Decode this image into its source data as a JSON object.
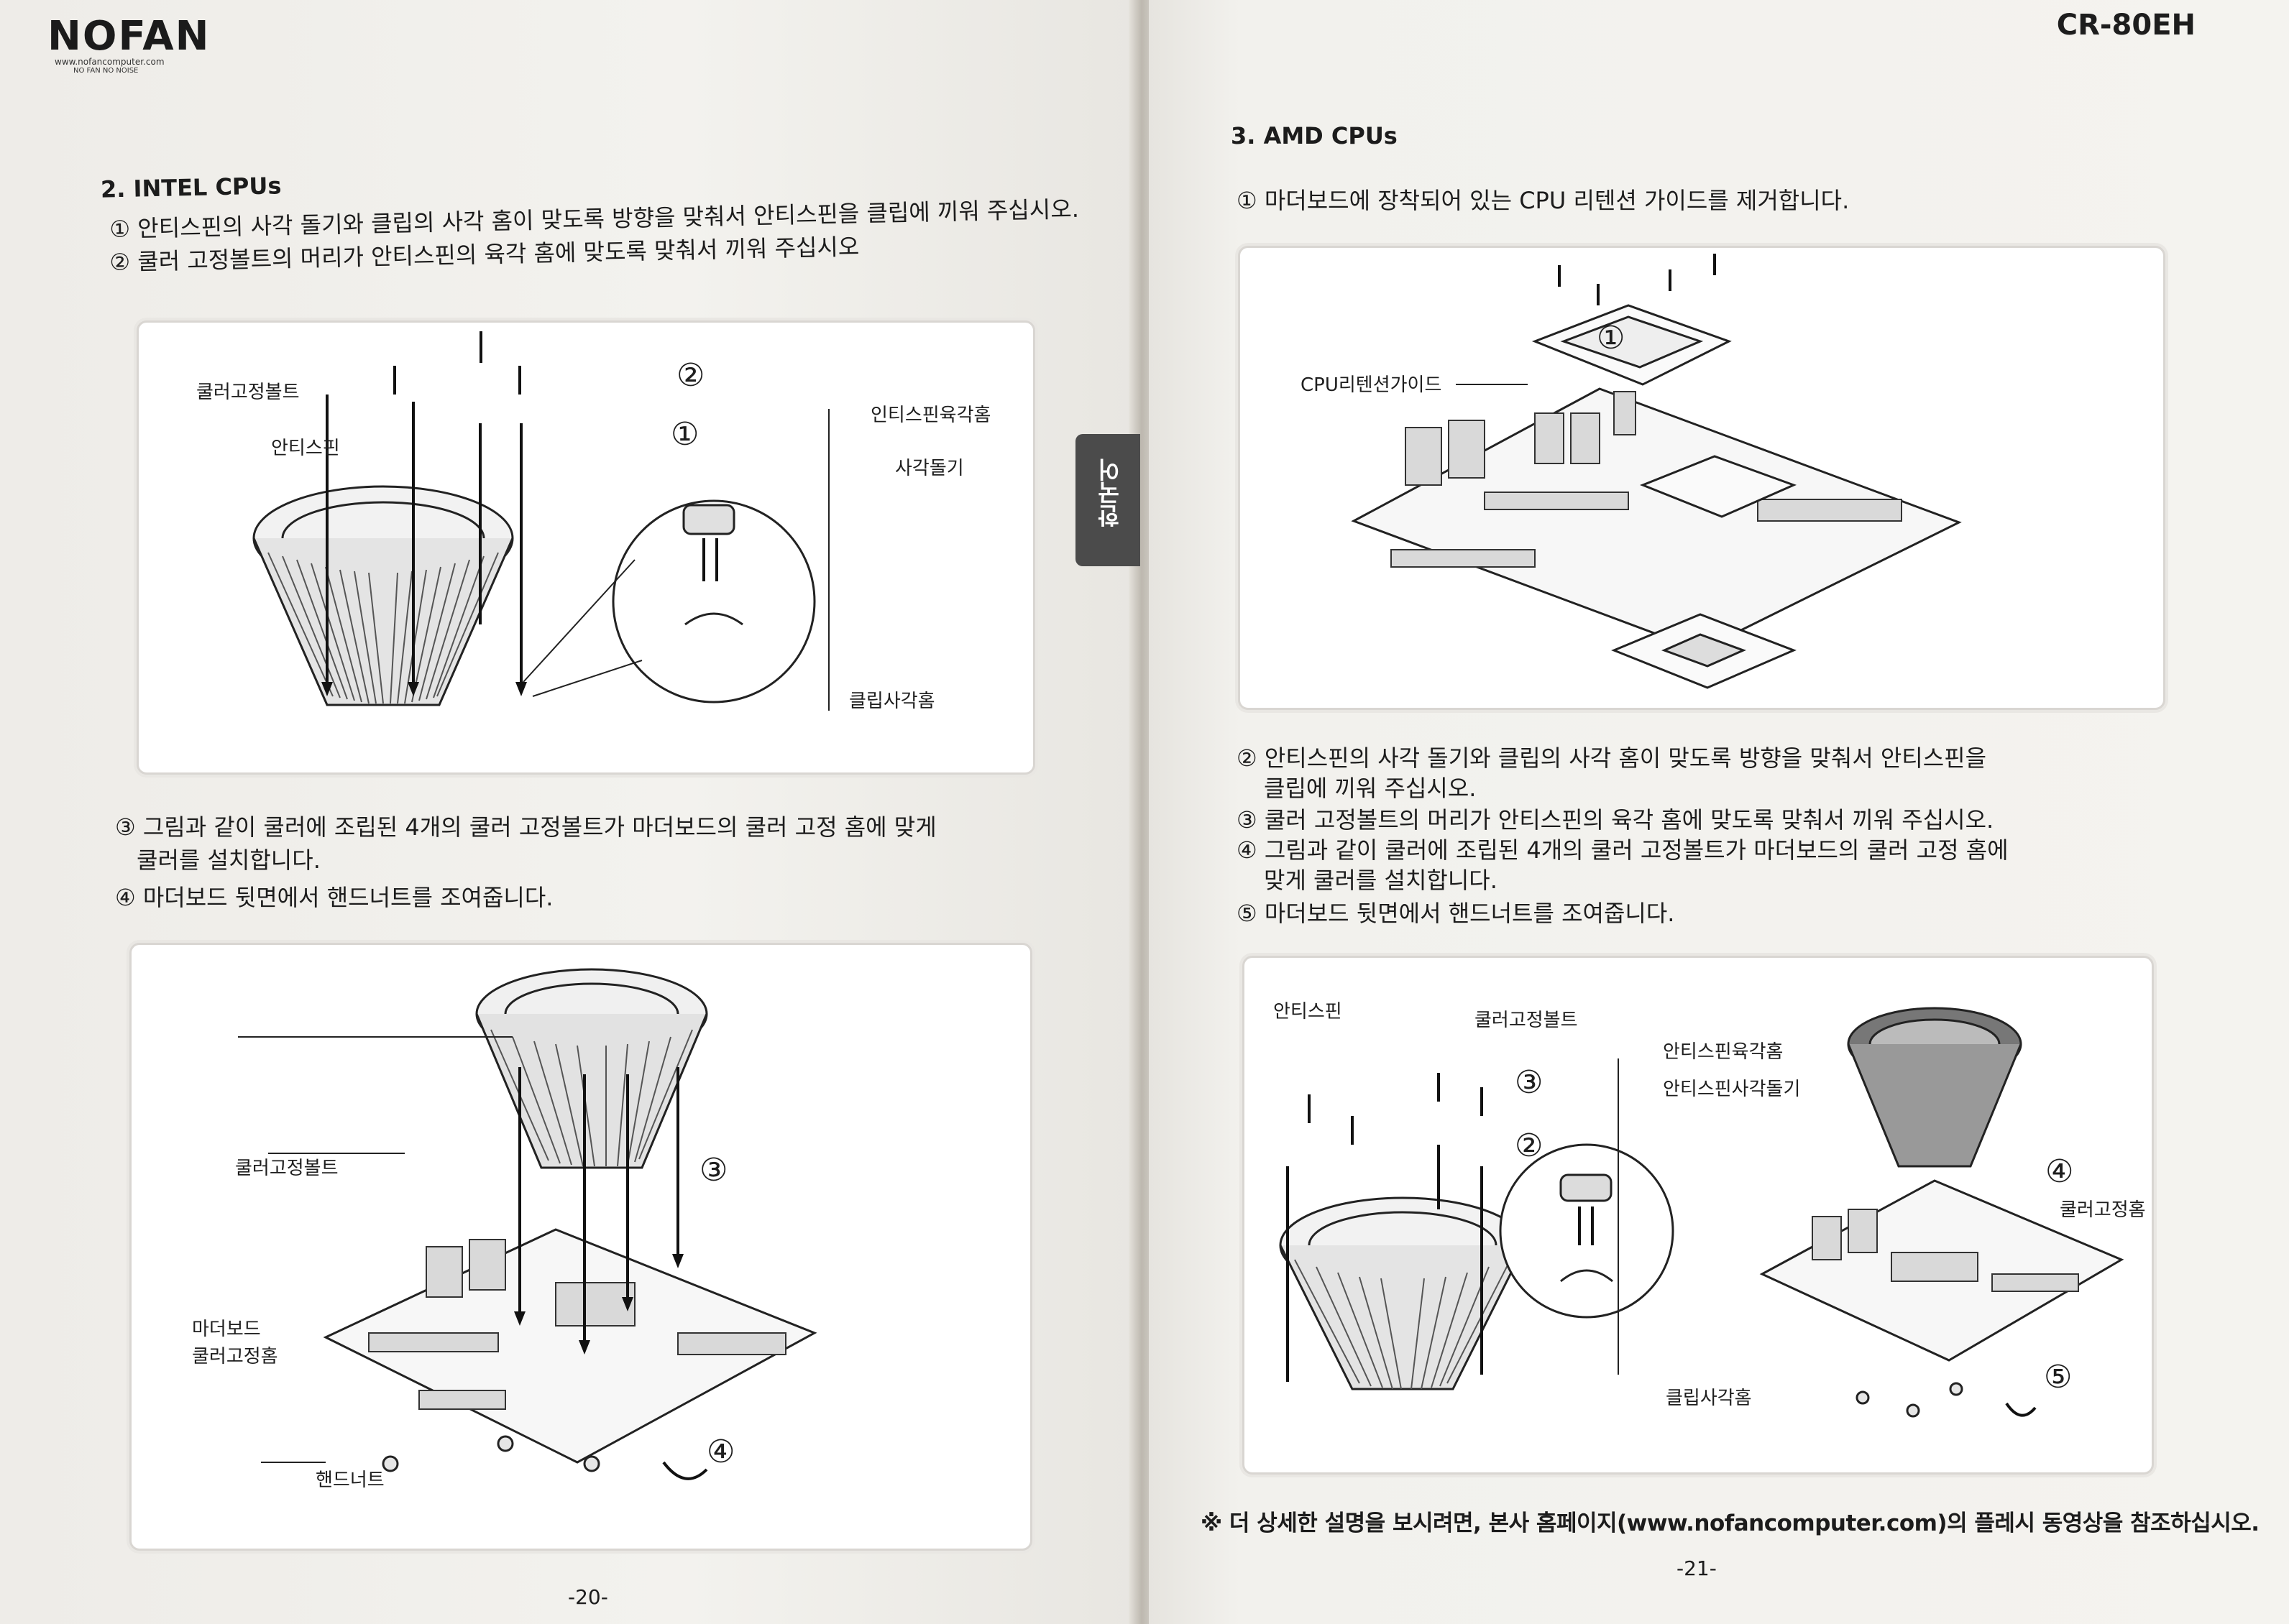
{
  "left_page": {
    "brand": {
      "name": "NOFAN",
      "url": "www.nofancomputer.com",
      "tagline": "NO FAN  NO NOISE"
    },
    "section_title": "2. INTEL CPUs",
    "steps_top": [
      "① 안티스핀의 사각 돌기와 클립의 사각 홈이 맞도록 방향을 맞춰서 안티스핀을 클립에 끼워 주십시오.",
      "② 쿨러 고정볼트의 머리가 안티스핀의 육각 홈에 맞도록 맞춰서 끼워 주십시오"
    ],
    "figure1": {
      "labels": [
        "쿨러고정볼트",
        "안티스핀",
        "인티스핀육각홈",
        "사각돌기",
        "클립사각홈"
      ],
      "markers": [
        "②",
        "①"
      ]
    },
    "steps_bottom": [
      "③ 그림과 같이 쿨러에 조립된 4개의 쿨러 고정볼트가 마더보드의 쿨러 고정 홈에 맞게",
      "쿨러를 설치합니다.",
      "④ 마더보드 뒷면에서 핸드너트를 조여줍니다."
    ],
    "figure2": {
      "labels": [
        "쿨러고정볼트",
        "마더보드",
        "쿨러고정홈",
        "핸드너트"
      ],
      "markers": [
        "③",
        "④"
      ]
    },
    "page_number": "-20-"
  },
  "right_page": {
    "model": "CR-80EH",
    "side_tab": "한국어",
    "section_title": "3. AMD CPUs",
    "step1": "① 마더보드에 장착되어 있는 CPU 리텐션 가이드를 제거합니다.",
    "figure1": {
      "labels": [
        "CPU리텐션가이드"
      ],
      "markers": [
        "①"
      ]
    },
    "steps": [
      "② 안티스핀의 사각 돌기와 클립의 사각 홈이 맞도록 방향을 맞춰서 안티스핀을",
      "클립에  끼워 주십시오.",
      "③ 쿨러 고정볼트의 머리가 안티스핀의 육각 홈에 맞도록 맞춰서 끼워 주십시오.",
      "④ 그림과 같이 쿨러에 조립된 4개의 쿨러 고정볼트가 마더보드의 쿨러 고정 홈에",
      "맞게 쿨러를 설치합니다.",
      "⑤ 마더보드 뒷면에서 핸드너트를 조여줍니다."
    ],
    "figure2": {
      "labels": [
        "안티스핀",
        "쿨러고정볼트",
        "안티스핀육각홈",
        "안티스핀사각돌기",
        "클립사각홈",
        "쿨러고정홈"
      ],
      "markers": [
        "③",
        "②",
        "④",
        "⑤"
      ]
    },
    "note": "※ 더 상세한 설명을 보시려면, 본사 홈페이지(www.nofancomputer.com)의 플레시 동영상을 참조하십시오.",
    "page_number": "-21-"
  }
}
